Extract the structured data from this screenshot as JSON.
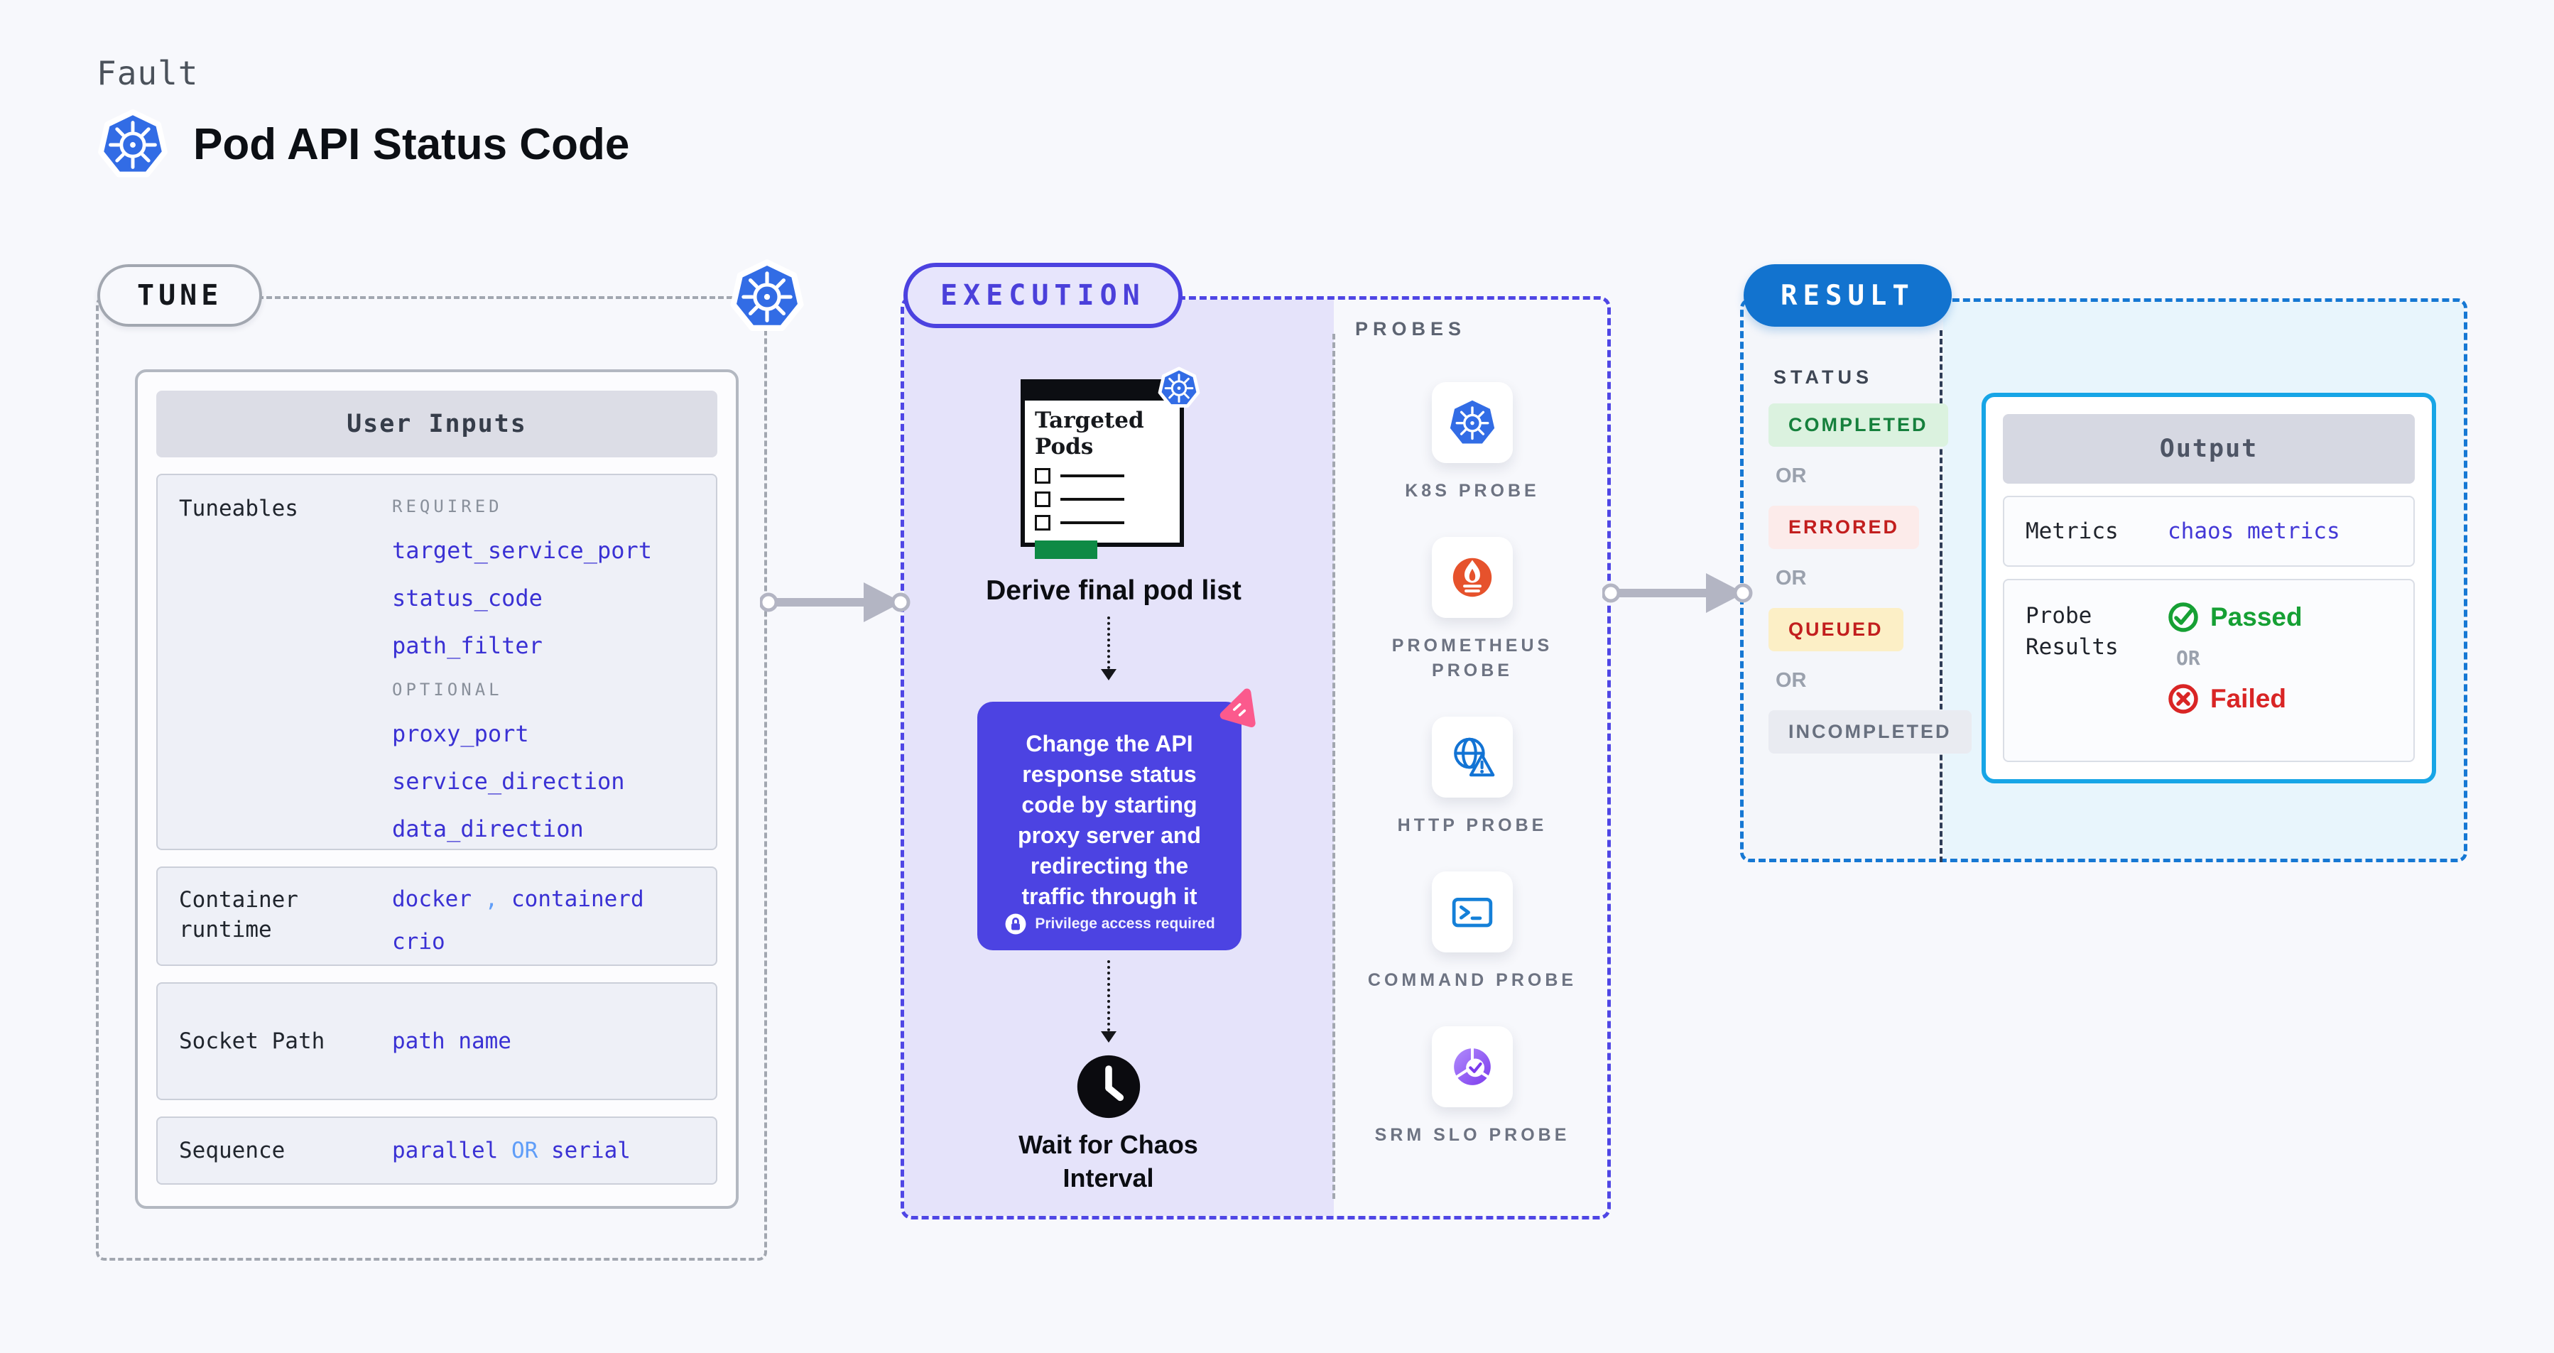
{
  "header": {
    "kicker": "Fault",
    "title": "Pod API Status Code",
    "icon": "kubernetes-logo"
  },
  "tune": {
    "pill": "TUNE",
    "user_inputs_header": "User Inputs",
    "tuneables_label": "Tuneables",
    "required_label": "REQUIRED",
    "required_params": [
      "target_service_port",
      "status_code",
      "path_filter"
    ],
    "optional_label": "OPTIONAL",
    "optional_params": [
      "proxy_port",
      "service_direction",
      "data_direction"
    ],
    "container_runtime": {
      "label": "Container runtime",
      "value1": "docker",
      "separator": ",",
      "value2": "containerd",
      "value3": "crio"
    },
    "socket_path": {
      "label": "Socket Path",
      "value": "path name"
    },
    "sequence": {
      "label": "Sequence",
      "value1": "parallel",
      "connector": "OR",
      "value2": "serial"
    },
    "param_color": "#3a31d4",
    "connector_color": "#5f9df8"
  },
  "execution": {
    "pill": "EXECUTION",
    "targeted_pods_title": "Targeted Pods",
    "step1_caption": "Derive final pod list",
    "step2_text": "Change the API response status code by starting proxy server and redirecting the traffic through it",
    "privilege_note": "Privilege access required",
    "step3_caption": "Wait for Chaos Interval",
    "accent_color": "#4c43e2",
    "panel_color": "#e5e3fa"
  },
  "probes": {
    "title": "PROBES",
    "items": [
      {
        "label": "K8S PROBE",
        "icon": "kubernetes-icon"
      },
      {
        "label": "PROMETHEUS PROBE",
        "icon": "prometheus-flame-icon"
      },
      {
        "label": "HTTP PROBE",
        "icon": "globe-warning-icon"
      },
      {
        "label": "COMMAND PROBE",
        "icon": "terminal-icon"
      },
      {
        "label": "SRM SLO PROBE",
        "icon": "slo-pie-check-icon"
      }
    ]
  },
  "result": {
    "pill": "RESULT",
    "status_label": "STATUS",
    "or_label": "OR",
    "statuses": [
      {
        "label": "COMPLETED",
        "text_color": "#15803c",
        "bg_color": "#dbf2df"
      },
      {
        "label": "ERRORED",
        "text_color": "#c21e1e",
        "bg_color": "#fcebea"
      },
      {
        "label": "QUEUED",
        "text_color": "#c21e1e",
        "bg_color": "#fcefc6"
      },
      {
        "label": "INCOMPLETED",
        "text_color": "#68707f",
        "bg_color": "#e9ebf1"
      }
    ],
    "accent_color": "#1273cf",
    "output": {
      "header": "Output",
      "metrics_label": "Metrics",
      "metrics_value": "chaos metrics",
      "probe_results_label": "Probe Results",
      "passed_label": "Passed",
      "or_label": "OR",
      "failed_label": "Failed",
      "passed_color": "#16a034",
      "failed_color": "#d92525",
      "border_color": "#17a5e6"
    }
  }
}
